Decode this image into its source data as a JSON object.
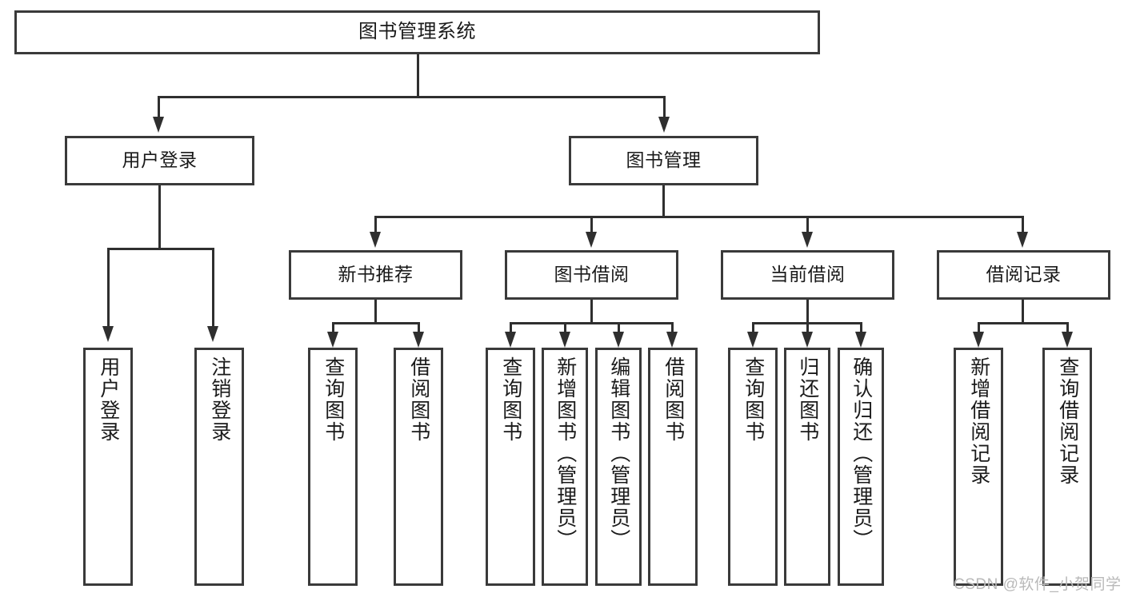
{
  "diagram": {
    "type": "tree",
    "title": "图书管理系统",
    "orientation": "top-down",
    "colors": {
      "box_border": "#3a3a3a",
      "connector": "#2f2f2f",
      "box_fill": "#ffffff",
      "text": "#1a1a1a",
      "watermark": "#b9b9b9"
    }
  },
  "nodes": {
    "root": {
      "label": "图书管理系统"
    },
    "level2": [
      {
        "label": "用户登录"
      },
      {
        "label": "图书管理"
      }
    ],
    "level3": [
      {
        "label": "新书推荐"
      },
      {
        "label": "图书借阅"
      },
      {
        "label": "当前借阅"
      },
      {
        "label": "借阅记录"
      }
    ],
    "leaves": {
      "user_login": [
        {
          "label": "用户登录"
        },
        {
          "label": "注销登录"
        }
      ],
      "new_book": [
        {
          "label": "查询图书"
        },
        {
          "label": "借阅图书"
        }
      ],
      "book_borrow": [
        {
          "label": "查询图书"
        },
        {
          "label": "新增图书（管理员）"
        },
        {
          "label": "编辑图书（管理员）"
        },
        {
          "label": "借阅图书"
        }
      ],
      "current_borrow": [
        {
          "label": "查询图书"
        },
        {
          "label": "归还图书"
        },
        {
          "label": "确认归还（管理员）"
        }
      ],
      "borrow_record": [
        {
          "label": "新增借阅记录"
        },
        {
          "label": "查询借阅记录"
        }
      ]
    }
  },
  "watermark": {
    "text": "CSDN @软件_小贺同学"
  }
}
